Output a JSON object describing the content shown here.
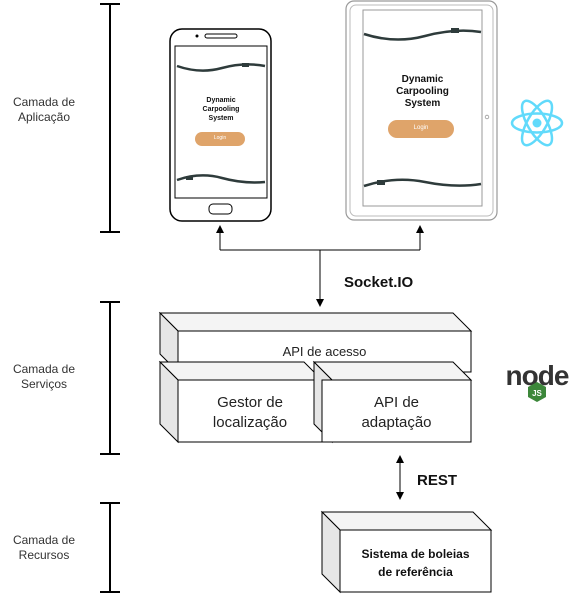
{
  "layers": {
    "application": [
      "Camada de",
      "Aplicação"
    ],
    "services": [
      "Camada de",
      "Serviços"
    ],
    "resources": [
      "Camada de",
      "Recursos"
    ]
  },
  "app": {
    "title_lines": [
      "Dynamic",
      "Carpooling",
      "System"
    ],
    "login_label": "Login"
  },
  "protocols": {
    "socket": "Socket.IO",
    "rest": "REST"
  },
  "services": {
    "api_access": "API de acesso",
    "location_manager": [
      "Gestor de",
      "localização"
    ],
    "adaptation_api": [
      "API de",
      "adaptação"
    ]
  },
  "resources": {
    "reference_system": [
      "Sistema de boleias",
      "de referência"
    ]
  },
  "logos": {
    "react": "react-logo",
    "node_text": "node",
    "node_js_badge": "JS"
  },
  "colors": {
    "login_button": "#dfa46a",
    "react_blue": "#61dafb",
    "node_green": "#3c873a",
    "node_dark": "#333333"
  }
}
